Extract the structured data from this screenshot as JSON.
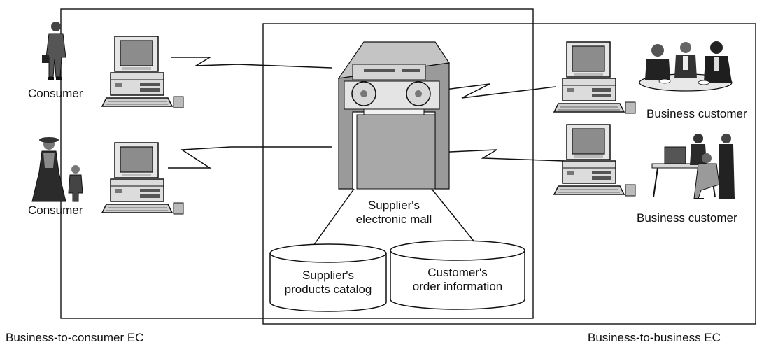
{
  "consumers": [
    {
      "label": "Consumer"
    },
    {
      "label": "Consumer"
    }
  ],
  "business_customers": [
    {
      "label": "Business customer"
    },
    {
      "label": "Business customer"
    }
  ],
  "mall": {
    "line1": "Supplier's",
    "line2": "electronic mall"
  },
  "databases": [
    {
      "line1": "Supplier's",
      "line2": "products catalog"
    },
    {
      "line1": "Customer's",
      "line2": "order information"
    }
  ],
  "regions": {
    "b2c": "Business-to-consumer EC",
    "b2b": "Business-to-business EC"
  },
  "colors": {
    "stroke": "#111111",
    "server_body": "#9a9a9a",
    "server_dark": "#6e6e6e",
    "server_light": "#c8c8c8",
    "pc_screen": "#8c8c8c",
    "pc_body": "#dcdcdc"
  }
}
